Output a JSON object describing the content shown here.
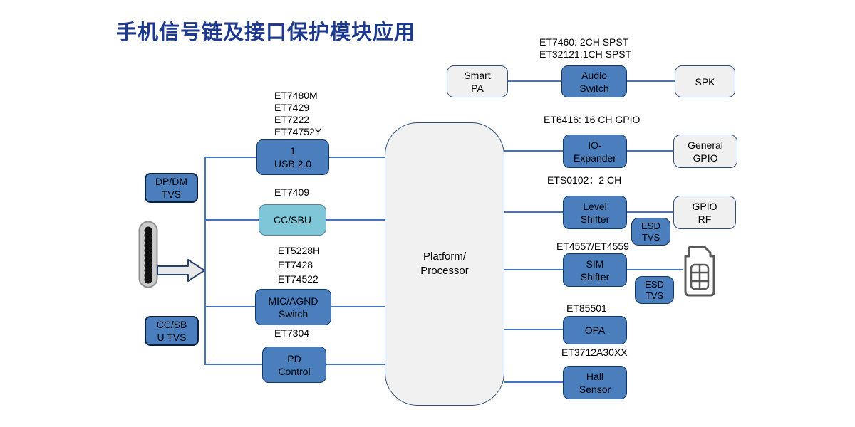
{
  "title": "手机信号链及接口保护模块应用",
  "colors": {
    "title_blue": "#1d3a8f",
    "box_blue_fill": "#4a7ebc",
    "box_blue_border": "#17365d",
    "tvs_border": "#0b1e3a",
    "cyan_fill": "#7ec6d8",
    "gray_fill": "#f0f0f0",
    "gray_border": "#2e4d7b",
    "line_blue": "#4472c4",
    "sim_icon_gray": "#595959"
  },
  "audio_row": {
    "chips_label": "ET7460: 2CH SPST\nET32121:1CH SPST",
    "smart_pa": "Smart\nPA",
    "audio_switch": "Audio\nSwitch",
    "spk": "SPK"
  },
  "left_chain": {
    "usb_chips": "ET7480M\nET7429\nET7222\nET74752Y",
    "usb_box": "1\nUSB 2.0",
    "cc_sbu_chip": "ET7409",
    "cc_sbu_box": "CC/SBU",
    "mic_chips": "ET5228H\nET7428\nET74522",
    "mic_box": "MIC/AGND\nSwitch",
    "pd_chip": "ET7304",
    "pd_box": "PD\nControl",
    "dp_dm_tvs": "DP/DM\nTVS",
    "cc_sbu_tvs": "CC/SB\nU TVS"
  },
  "platform": "Platform/\nProcessor",
  "right_chain": {
    "rows": [
      {
        "chip": "ET6416: 16 CH GPIO",
        "box": "IO-\nExpander",
        "target": "General\nGPIO"
      },
      {
        "chip": "ETS0102：2 CH",
        "box": "Level\nShifter",
        "target": "GPIO\nRF",
        "esd": "ESD\nTVS"
      },
      {
        "chip": "ET4557/ET4559",
        "box": "SIM\nShifter",
        "esd": "ESD\nTVS"
      },
      {
        "chip": "ET85501",
        "box": "OPA"
      },
      {
        "chip": "ET3712A30XX",
        "box": "Hall\nSensor"
      }
    ]
  }
}
